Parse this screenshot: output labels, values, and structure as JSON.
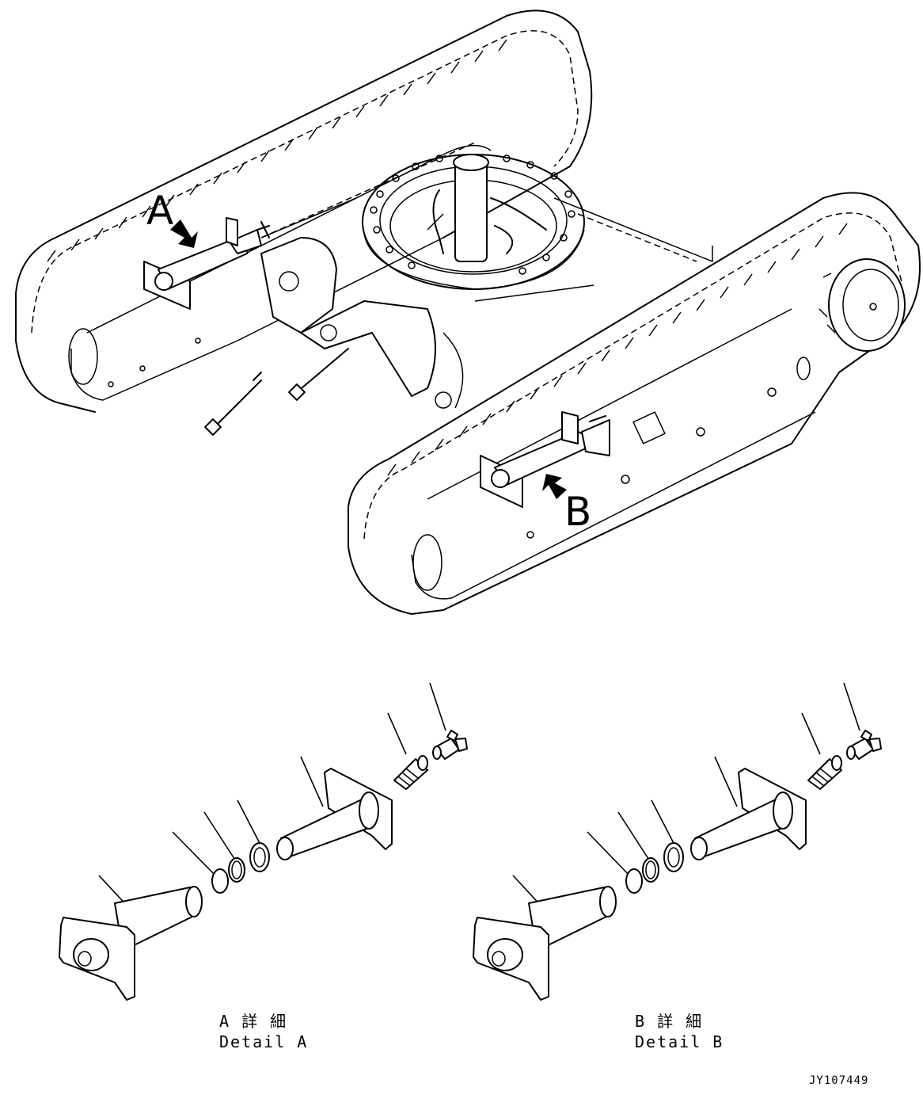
{
  "callouts": {
    "a": "A",
    "b": "B"
  },
  "details": {
    "a": {
      "title_jp": "A 詳 細",
      "title_en": "Detail A"
    },
    "b": {
      "title_jp": "B 詳 細",
      "title_en": "Detail B"
    }
  },
  "drawing_code": "JY107449"
}
